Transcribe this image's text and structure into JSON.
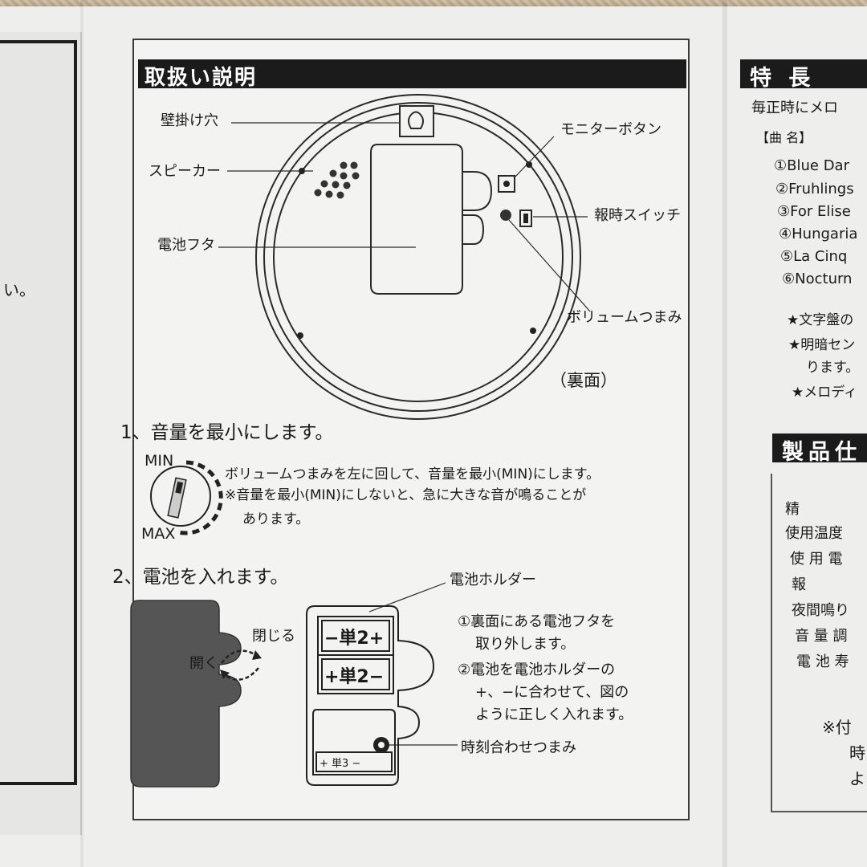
{
  "left_panel": {
    "fragment": "い。"
  },
  "section_title": "取扱い説明",
  "clock_back": {
    "labels": {
      "wall_hole": "壁掛け穴",
      "speaker": "スピーカー",
      "battery_cover": "電池フタ",
      "monitor_button": "モニターボタン",
      "chime_switch": "報時スイッチ",
      "volume_knob": "ボリュームつまみ"
    },
    "caption": "（裏面）"
  },
  "step1": {
    "title": "1、音量を最小にします。",
    "dial_min": "MIN",
    "dial_max": "MAX",
    "text_line1": "ボリュームつまみを左に回して、音量を最小(MIN)にします。",
    "text_line2": "※音量を最小(MIN)にしないと、急に大きな音が鳴ることが",
    "text_line3": "あります。"
  },
  "step2": {
    "title": "2、電池を入れます。",
    "close_label": "閉じる",
    "open_label": "開く",
    "holder_label": "電池ホルダー",
    "battery1": "−単2+",
    "battery2": "+単2−",
    "small_battery": "+  単3  −",
    "time_knob_label": "時刻合わせつまみ",
    "instr1_line1": "①裏面にある電池フタを",
    "instr1_line2": "取り外します。",
    "instr2_line1": "②電池を電池ホルダーの",
    "instr2_line2": "+、−に合わせて、図の",
    "instr2_line3": "ように正しく入れます。"
  },
  "right_panel": {
    "features_title": "特 長",
    "features_text": "毎正時にメロ",
    "song_header": "【曲 名】",
    "songs": [
      "①Blue Dar",
      "②Fruhlings",
      "③For Elise",
      "④Hungaria",
      "⑤La Cinq",
      "⑥Nocturn"
    ],
    "notes": [
      "★文字盤の",
      "★明暗セン",
      "ります。",
      "★メロディ"
    ],
    "spec_title": "製品仕",
    "spec_rows": [
      "精",
      "使用温度",
      "使 用 電",
      "報",
      "夜間鳴り",
      "音 量 調",
      "電 池 寿"
    ],
    "footnote_lines": [
      "※付",
      "時",
      "よ"
    ]
  }
}
